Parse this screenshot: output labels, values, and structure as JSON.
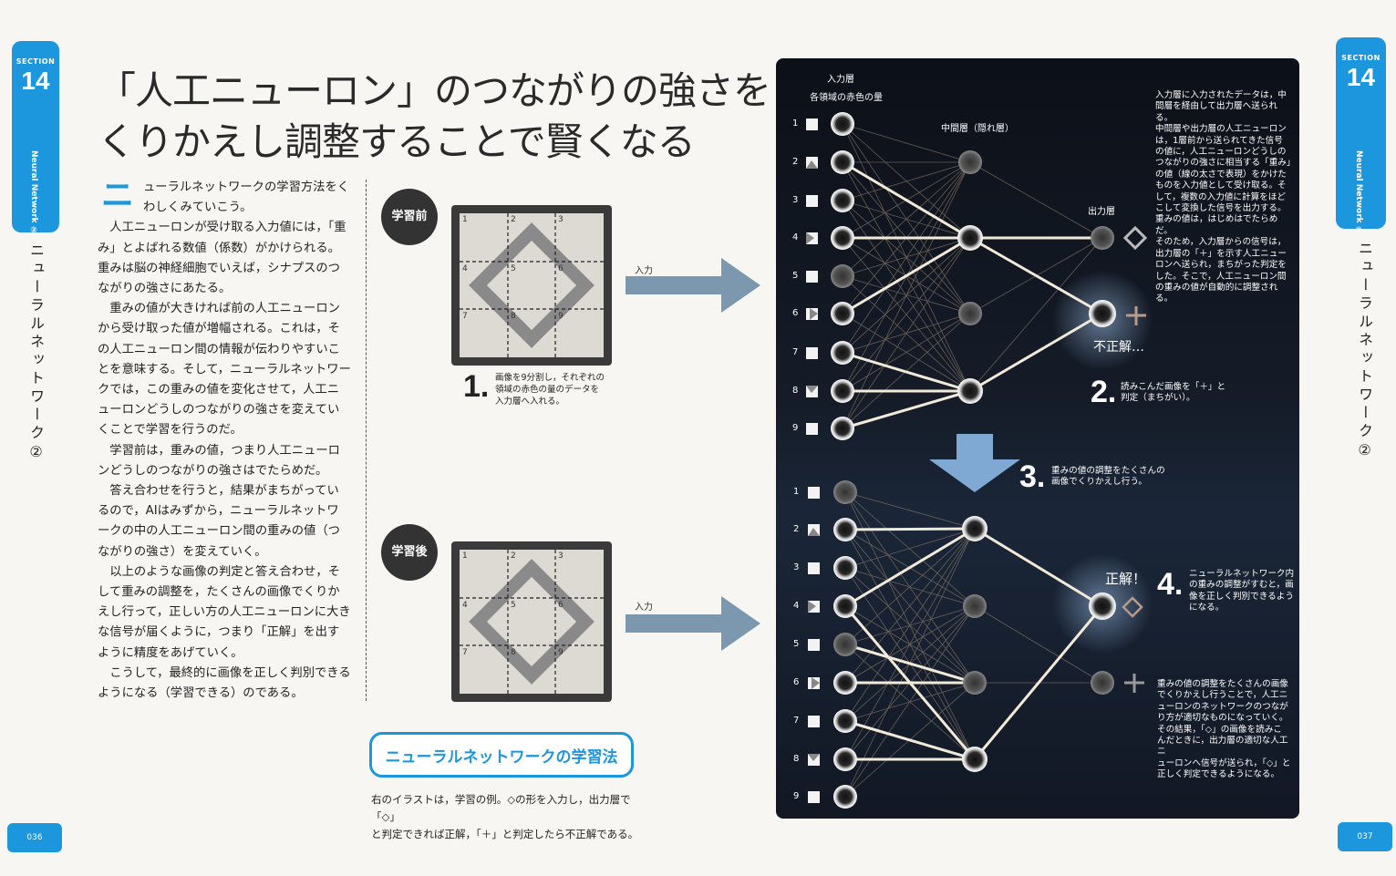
{
  "left_tab": {
    "section": "SECTION",
    "number": "14",
    "subtitle": "Neural Network ②"
  },
  "right_tab": {
    "section": "SECTION",
    "number": "14",
    "subtitle": "Neural Network ②"
  },
  "vertical_title": "ニューラルネットワーク②",
  "title": {
    "line1": "「人工ニューロン」のつながりの強さを",
    "line2": "くりかえし調整することで賢くなる"
  },
  "body": {
    "dropcap": "ニ",
    "paragraphs": [
      "ューラルネットワークの学習方法をくわしくみていこう。",
      "人工ニューロンが受け取る入力値には，「重み」とよばれる数値（係数）がかけられる。重みは脳の神経細胞でいえば，シナプスのつながりの強さにあたる。",
      "重みの値が大きければ前の人工ニューロンから受け取った値が増幅される。これは，その人工ニューロン間の情報が伝わりやすいことを意味する。そして，ニューラルネットワークでは，この重みの値を変化させて，人工ニューロンどうしのつながりの強さを変えていくことで学習を行うのだ。",
      "学習前は，重みの値，つまり人工ニューロンどうしのつながりの強さはでたらめだ。",
      "答え合わせを行うと，結果がまちがっているので，AIはみずから，ニューラルネットワークの中の人工ニューロン間の重みの値（つながりの強さ）を変えていく。",
      "以上のような画像の判定と答え合わせ，そして重みの調整を，たくさんの画像でくりかえし行って，正しい方の人工ニューロンに大きな信号が届くように，つまり「正解」を出すように精度をあげていく。",
      "こうして，最終的に画像を正しく判別できるようになる（学習できる）のである。"
    ]
  },
  "before": {
    "badge": "学習前",
    "arrow_label": "入力",
    "cells": [
      "1",
      "2",
      "3",
      "4",
      "5",
      "6",
      "7",
      "8",
      "9"
    ]
  },
  "after": {
    "badge": "学習後",
    "arrow_label": "入力",
    "cells": [
      "1",
      "2",
      "3",
      "4",
      "5",
      "6",
      "7",
      "8",
      "9"
    ]
  },
  "step1": {
    "num": "1.",
    "text": [
      "画像を9分割し，それぞれの",
      "領域の赤色の量のデータを",
      "入力層へ入れる。"
    ]
  },
  "learn_box": "ニューラルネットワークの学習法",
  "footnote": [
    "右のイラストは，学習の例。◇の形を入力し，出力層で「◇」",
    "と判定できれば正解，「＋」と判定したら不正解である。"
  ],
  "page_left": "036",
  "page_right": "037",
  "panel": {
    "input_label": "入力層",
    "input_sublabel": "各領域の赤色の量",
    "hidden_label": "中間層（隠れ層）",
    "output_label": "出力層",
    "incorrect": "不正解…",
    "correct": "正解！",
    "numbers_top": [
      "1",
      "2",
      "3",
      "4",
      "5",
      "6",
      "7",
      "8",
      "9"
    ],
    "numbers_bottom": [
      "1",
      "2",
      "3",
      "4",
      "5",
      "6",
      "7",
      "8",
      "9"
    ],
    "explain": [
      "入力層に入力されたデータは，中",
      "間層を経由して出力層へ送られる。",
      "中間層や出力層の人工ニューロン",
      "は，1層前から送られてきた信号",
      "の値に，人工ニューロンどうしの",
      "つながりの強さに相当する「重み」",
      "の値（線の太さで表現）をかけた",
      "ものを入力値として受け取る。そ",
      "して，複数の入力値に計算をほど",
      "こして変換した信号を出力する。",
      "重みの値は，はじめはでたらめだ。",
      "そのため，入力層からの信号は，",
      "出力層の「＋」を示す人工ニュー",
      "ロンへ送られ，まちがった判定を",
      "した。そこで，人工ニューロン間",
      "の重みの値が自動的に調整される。"
    ],
    "step2": {
      "num": "2.",
      "text": [
        "読みこんだ画像を「＋」と",
        "判定（まちがい）。"
      ]
    },
    "step3": {
      "num": "3.",
      "text": [
        "重みの値の調整をたくさんの",
        "画像でくりかえし行う。"
      ]
    },
    "step4": {
      "num": "4.",
      "text": [
        "ニューラルネットワーク内",
        "の重みの調整がすむと，画",
        "像を正しく判別できるよう",
        "になる。"
      ]
    },
    "explain2": [
      "重みの値の調整をたくさんの画像",
      "でくりかえし行うことで，人工ニ",
      "ューロンのネットワークのつなが",
      "り方が適切なものになっていく。",
      "その結果，「◇」の画像を読みこ",
      "んだときに，出力層の適切な人工ニ",
      "ューロンへ信号が送られ，「◇」と",
      "正しく判定できるようになる。"
    ]
  }
}
